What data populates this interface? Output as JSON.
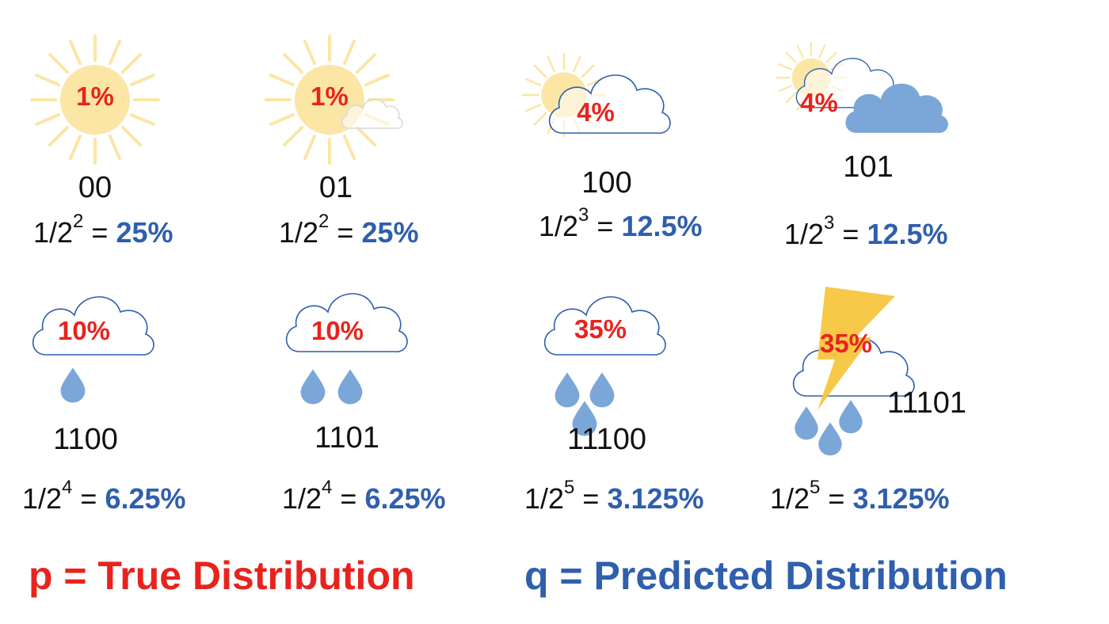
{
  "cells": [
    {
      "icon": "sun-icon",
      "true_pct": "1%",
      "code": "00",
      "base": "1/2",
      "exp": "2",
      "predicted": "25%"
    },
    {
      "icon": "sun-small-cloud-icon",
      "true_pct": "1%",
      "code": "01",
      "base": "1/2",
      "exp": "2",
      "predicted": "25%"
    },
    {
      "icon": "sun-cloud-icon",
      "true_pct": "4%",
      "code": "100",
      "base": "1/2",
      "exp": "3",
      "predicted": "12.5%"
    },
    {
      "icon": "sun-dark-cloud-icon",
      "true_pct": "4%",
      "code": "101",
      "base": "1/2",
      "exp": "3",
      "predicted": "12.5%"
    },
    {
      "icon": "cloud-one-drop-icon",
      "true_pct": "10%",
      "code": "1100",
      "base": "1/2",
      "exp": "4",
      "predicted": "6.25%"
    },
    {
      "icon": "cloud-two-drops-icon",
      "true_pct": "10%",
      "code": "1101",
      "base": "1/2",
      "exp": "4",
      "predicted": "6.25%"
    },
    {
      "icon": "cloud-three-drops-icon",
      "true_pct": "35%",
      "code": "11100",
      "base": "1/2",
      "exp": "5",
      "predicted": "3.125%"
    },
    {
      "icon": "thunderstorm-icon",
      "true_pct": "35%",
      "code": "11101",
      "base": "1/2",
      "exp": "5",
      "predicted": "3.125%"
    }
  ],
  "legend": {
    "p_label": "p = True Distribution",
    "q_label": "q = Predicted Distribution"
  },
  "colors": {
    "true": "#e8231e",
    "predicted": "#2f5fad",
    "sun": "#fbe6a6",
    "cloud_stroke": "#2f5fad",
    "rain": "#7ba7d8",
    "lightning": "#f5c438"
  }
}
